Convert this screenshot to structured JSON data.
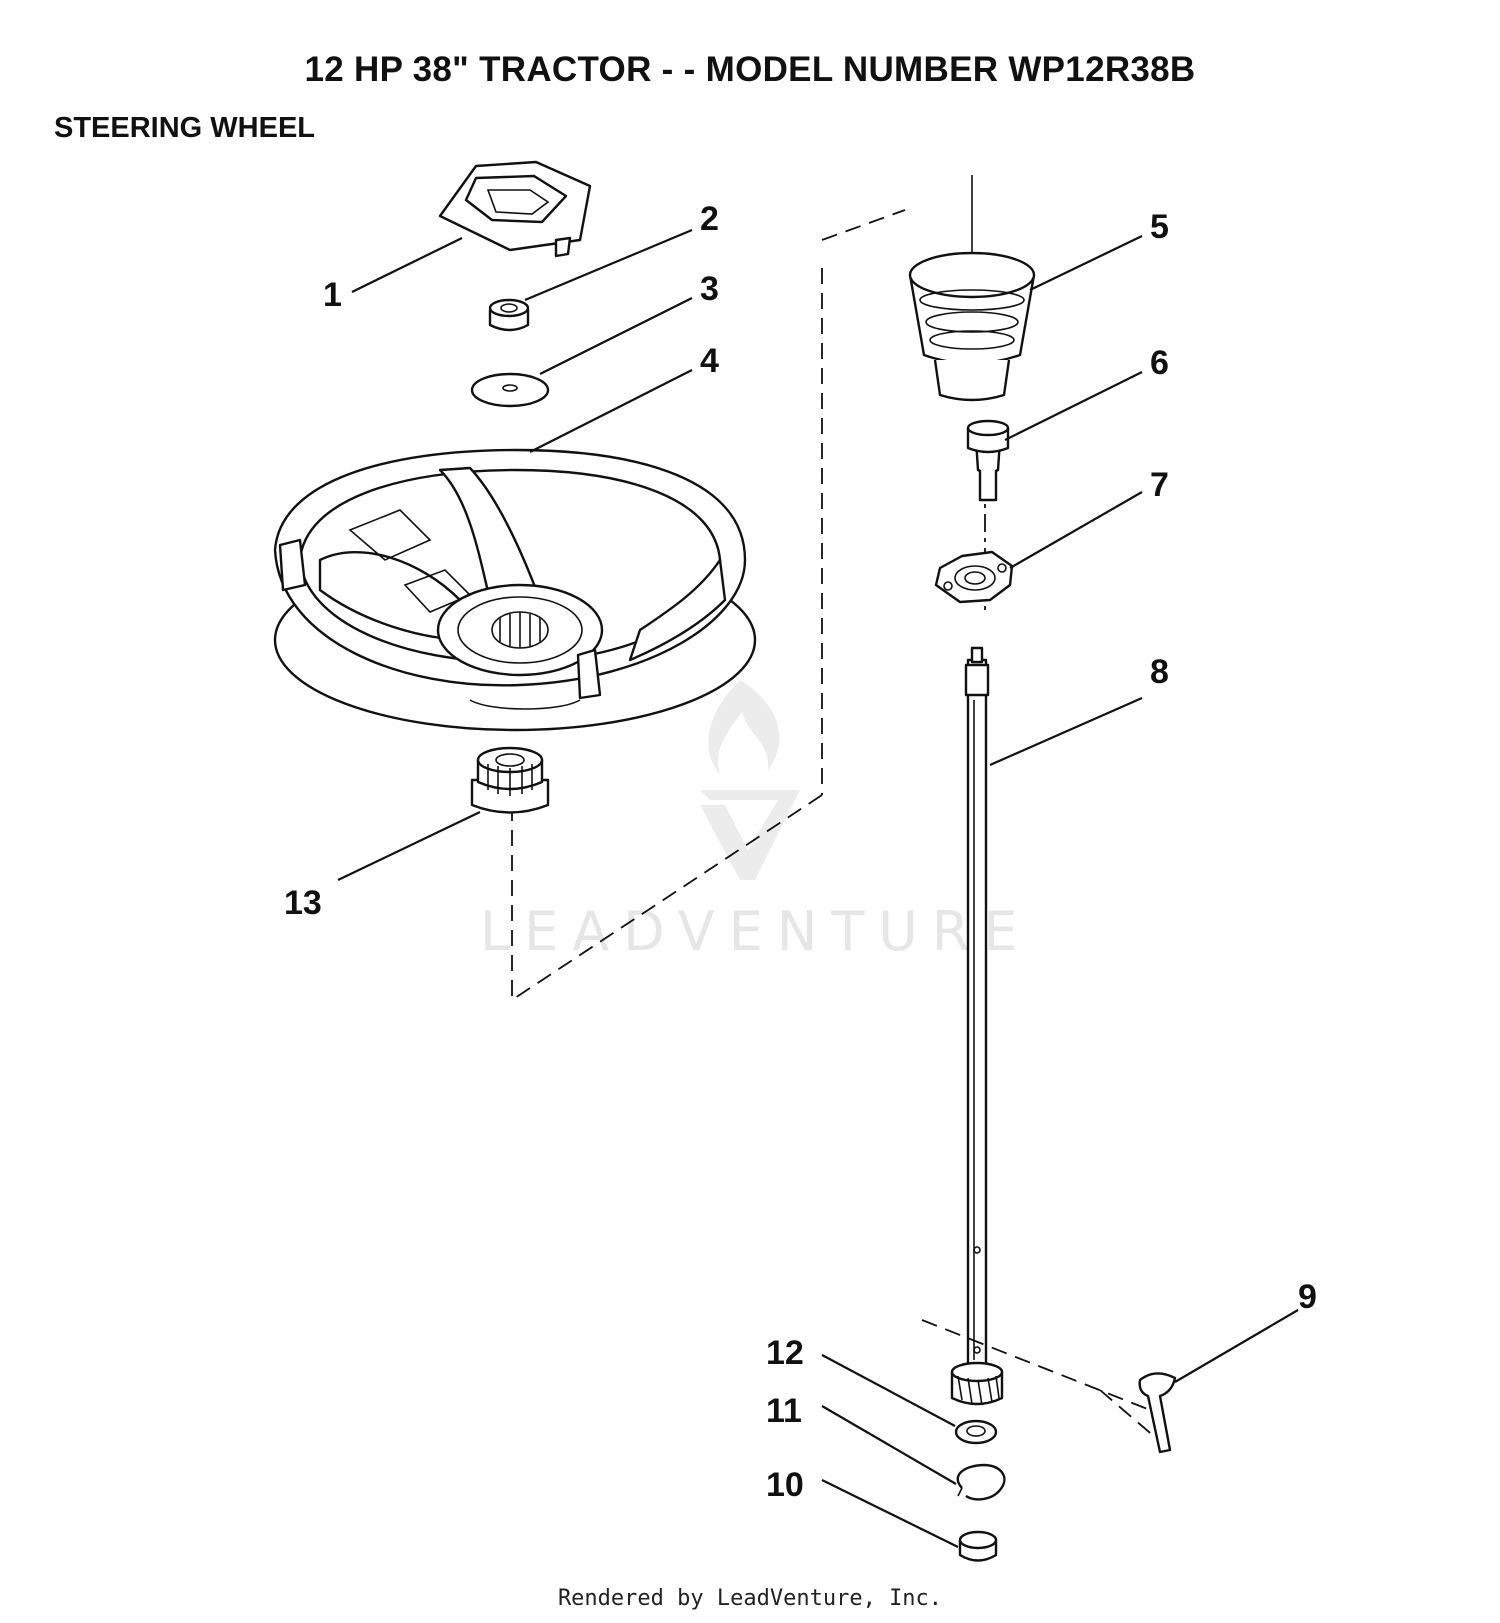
{
  "title": "12 HP 38\" TRACTOR - - MODEL NUMBER WP12R38B",
  "subtitle": "STEERING WHEEL",
  "footer": "Rendered by LeadVenture, Inc.",
  "watermark": "LEADVENTURE",
  "callouts": [
    "1",
    "2",
    "3",
    "4",
    "5",
    "6",
    "7",
    "8",
    "9",
    "10",
    "11",
    "12",
    "13"
  ]
}
